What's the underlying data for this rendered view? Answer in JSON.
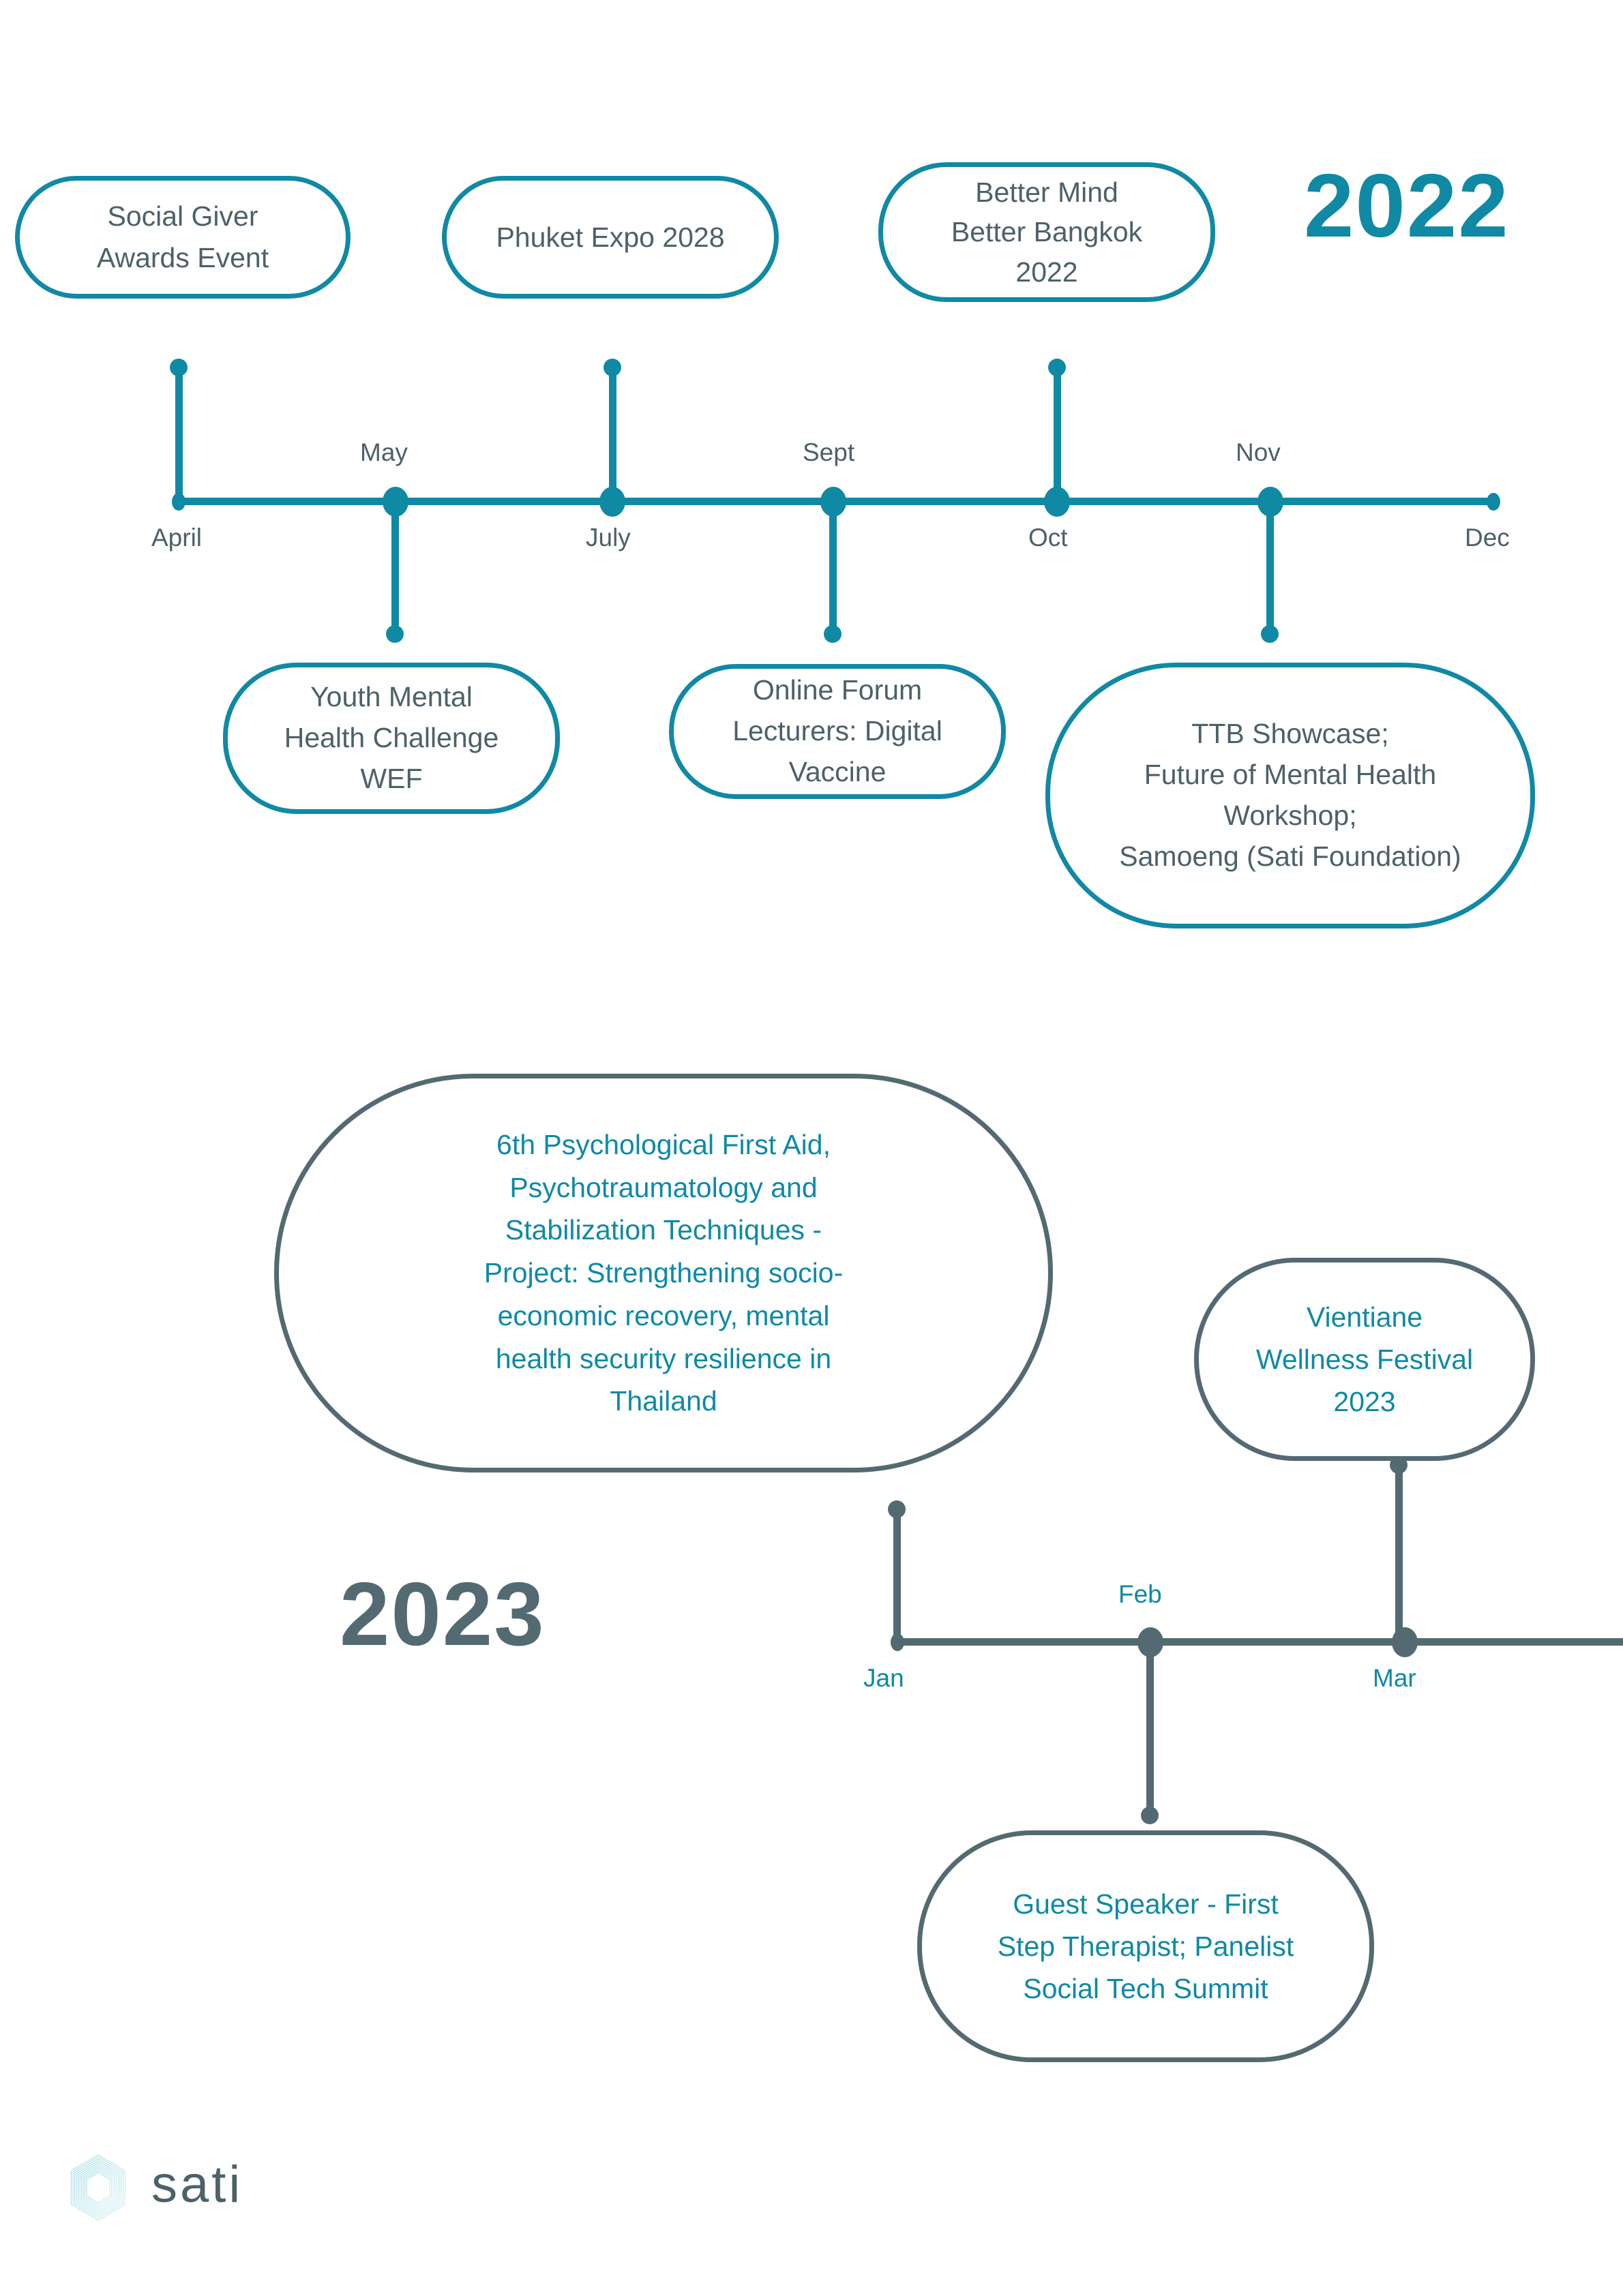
{
  "colors": {
    "teal": "#1089a5",
    "slate_gray": "#546a72",
    "text_gray": "#4d6168",
    "background": "#ffffff"
  },
  "brand": {
    "logo_word": "sati",
    "logo_icon": "hexagon-spiral-icon"
  },
  "timelines": [
    {
      "id": "timeline-2022",
      "year_label": "2022",
      "accent": "#1089a5",
      "months_above": [
        "May",
        "Sept",
        "Nov"
      ],
      "months_below": [
        "April",
        "July",
        "Oct",
        "Dec"
      ],
      "months_order": [
        "April",
        "May",
        "July",
        "Sept",
        "Oct",
        "Nov",
        "Dec"
      ],
      "events_above": [
        {
          "label": "Social Giver\nAwards Event",
          "month": "April"
        },
        {
          "label": "Phuket Expo 2028",
          "month": "July"
        },
        {
          "label": "Better Mind\nBetter Bangkok\n2022",
          "month": "Oct"
        }
      ],
      "events_below": [
        {
          "label": "Youth Mental\nHealth Challenge\nWEF",
          "month": "May"
        },
        {
          "label": "Online Forum\nLecturers: Digital\nVaccine",
          "month": "Sept"
        },
        {
          "label": "TTB Showcase;\nFuture of Mental Health\nWorkshop;\nSamoeng (Sati Foundation)",
          "month": "Nov"
        }
      ]
    },
    {
      "id": "timeline-2023",
      "year_label": "2023",
      "accent": "#546a72",
      "months_above": [
        "Feb"
      ],
      "months_below": [
        "Jan",
        "Mar"
      ],
      "months_order": [
        "Jan",
        "Feb",
        "Mar"
      ],
      "events_above": [
        {
          "label": "6th Psychological First Aid,\nPsychotraumatology and\nStabilization Techniques -\nProject: Strengthening socio-\neconomic recovery, mental\nhealth security resilience in\nThailand",
          "month": "Jan"
        },
        {
          "label": "Vientiane\nWellness Festival\n2023",
          "month": "Mar"
        }
      ],
      "events_below": [
        {
          "label": "Guest Speaker - First\nStep Therapist; Panelist\nSocial Tech Summit",
          "month": "Feb"
        }
      ]
    }
  ]
}
